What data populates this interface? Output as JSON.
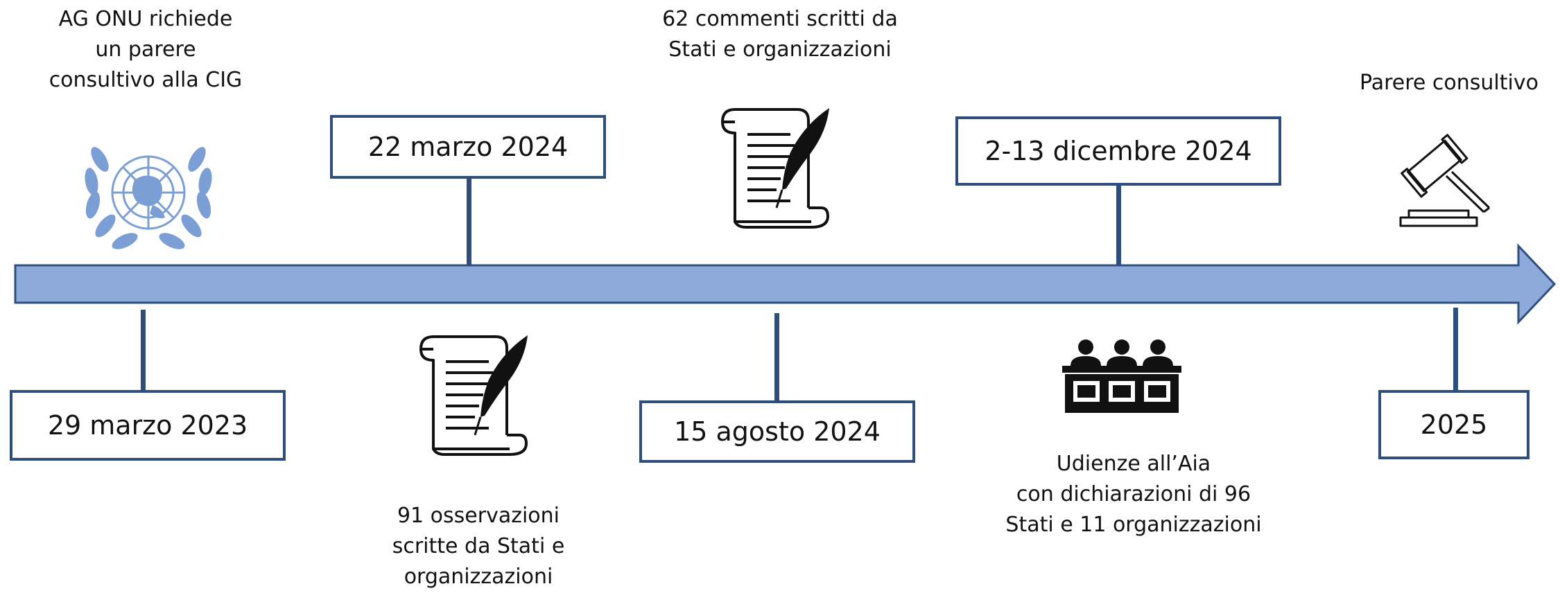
{
  "timeline": {
    "colors": {
      "arrow_fill": "#8eaadb",
      "arrow_stroke": "#2e4f7e",
      "box_border": "#2e4f7e",
      "connector": "#2e4f7e",
      "text": "#111111",
      "un_emblem": "#7b9fd4"
    },
    "events": [
      {
        "date": "29 marzo 2023",
        "caption": [
          "AG ONU richiede",
          "un parere",
          "consultivo alla CIG"
        ],
        "icon": "un-emblem-icon"
      },
      {
        "date": "22 marzo 2024",
        "caption": [
          "91 osservazioni",
          "scritte da Stati e",
          "organizzazioni"
        ],
        "icon": "scroll-quill-icon"
      },
      {
        "date": "15 agosto 2024",
        "caption": [
          "62 commenti scritti da",
          "Stati e organizzazioni"
        ],
        "icon": "scroll-quill-icon"
      },
      {
        "date": "2-13 dicembre 2024",
        "caption": [
          "Udienze all’Aia",
          "con dichiarazioni di 96",
          "Stati e 11 organizzazioni"
        ],
        "icon": "court-hearing-icon"
      },
      {
        "date": "2025",
        "caption": [
          "Parere consultivo"
        ],
        "icon": "gavel-icon"
      }
    ]
  }
}
